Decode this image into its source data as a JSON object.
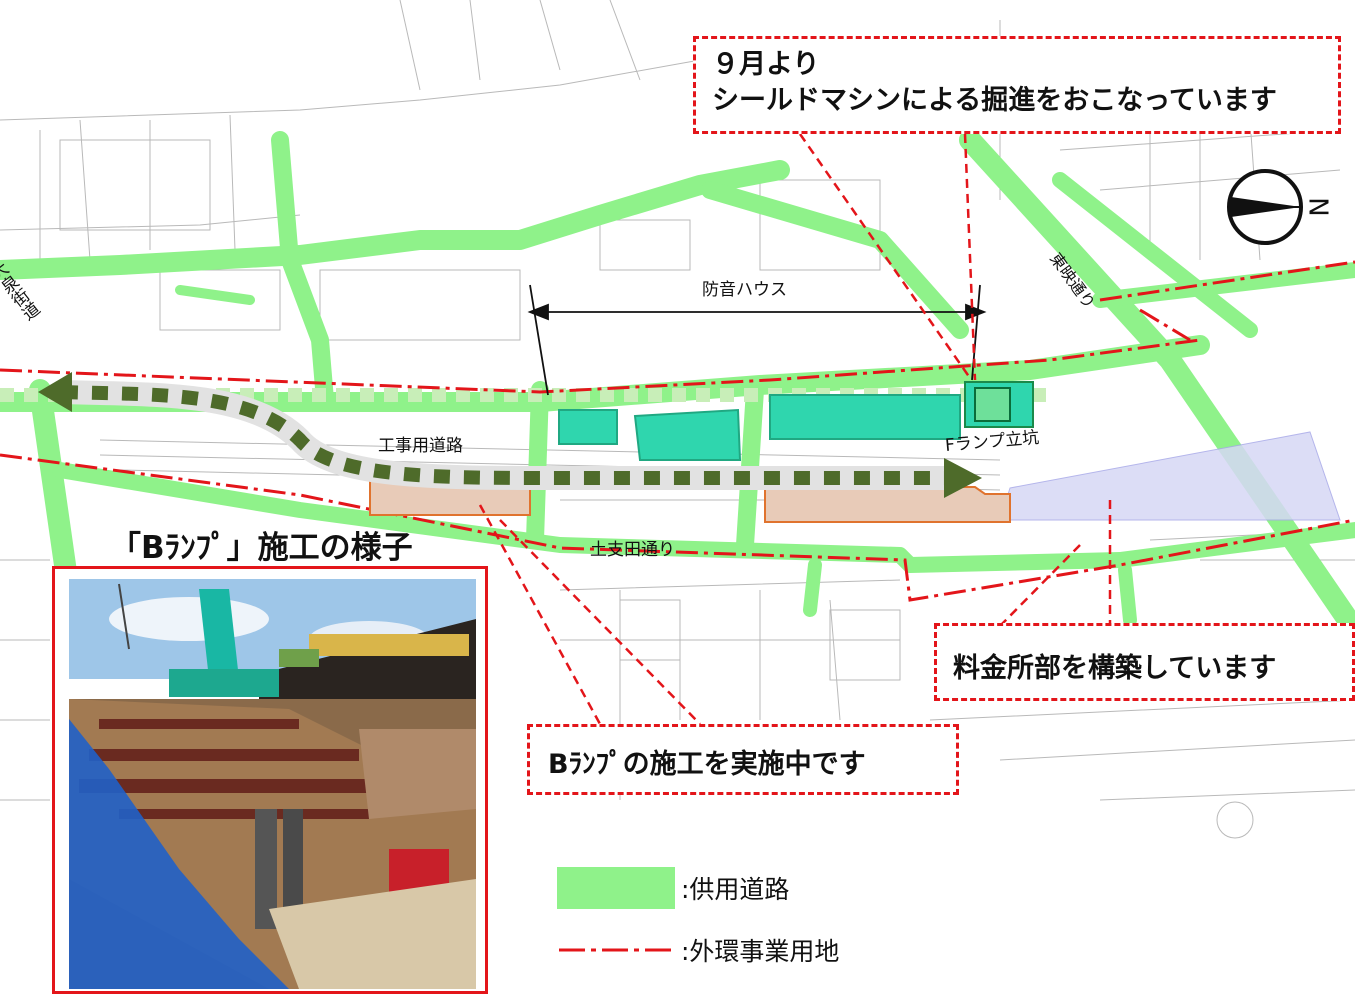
{
  "map": {
    "callouts": {
      "shield_line1": "９月より",
      "shield_line2": "シールドマシンによる掘進をおこなっています",
      "tollgate": "料金所部を構築しています",
      "bramp": "Bﾗﾝﾌﾟの施工を実施中です"
    },
    "labels": {
      "soundproof_house": "防音ハウス",
      "work_road": "工事用道路",
      "f_ramp_shaft": "Fランプ立坑",
      "dosida_street": "土支田通り",
      "oizumi_highway": "大泉街道",
      "toei_street": "東映通り"
    },
    "photo_title": "「Bﾗﾝﾌﾟ」施工の様子",
    "legend": {
      "public_road": ":供用道路",
      "project_land": ":外環事業用地"
    },
    "compass_letter": "N",
    "colors": {
      "public_road": "#8ff28a",
      "project_boundary": "#e3151a",
      "structure": "#2fd6ae",
      "ramp_area": "#e8cbb8",
      "toll_area": "#d6d8f5",
      "work_road_arrow": "#4e6b2a"
    }
  }
}
